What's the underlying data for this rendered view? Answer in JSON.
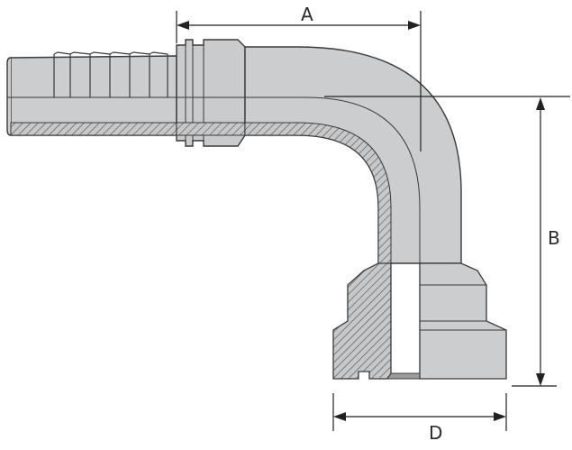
{
  "dimensions": {
    "a": "A",
    "b": "B",
    "d": "D"
  },
  "colors": {
    "metal": "#c6c8ca",
    "metal_light": "#d4d6d8",
    "outline": "#3a3a3a",
    "dim_line": "#222222",
    "hatch": "#555555"
  }
}
